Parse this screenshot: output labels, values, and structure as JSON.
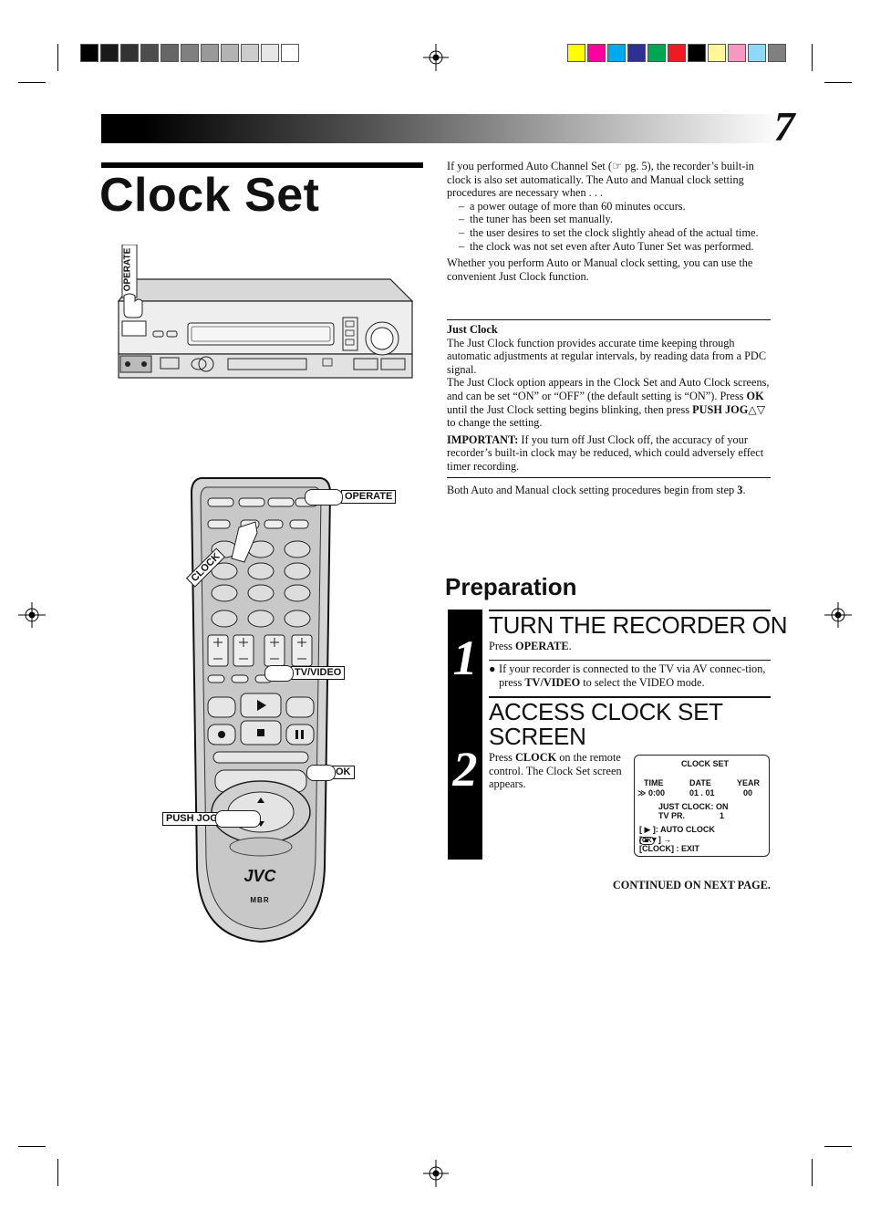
{
  "page": {
    "number": "7",
    "title": "Clock Set"
  },
  "intro": {
    "lead": "If you performed Auto Channel Set (☞ pg. 5), the recorder’s built-in clock is also set automatically. The Auto and Manual clock setting procedures are necessary when . . .",
    "conditions": [
      "a power outage of more than 60 minutes occurs.",
      "the tuner has been set manually.",
      "the user desires to set the clock slightly ahead of the actual time.",
      "the clock was not set even after Auto Tuner Set was performed."
    ],
    "closing": "Whether you perform Auto or Manual clock setting, you can use the convenient Just Clock function."
  },
  "just_clock": {
    "heading": "Just Clock",
    "para1": "The Just Clock function provides accurate time keeping through automatic adjustments at regular intervals, by reading data from a PDC signal.",
    "para2_a": "The Just Clock option appears in the Clock Set and Auto Clock screens, and can be set “ON” or “OFF” (the default setting is “ON”). Press ",
    "para2_ok": "OK",
    "para2_b": " until the Just Clock setting begins blinking, then press ",
    "para2_jog": "PUSH JOG△▽",
    "para2_c": " to change the setting.",
    "important_label": "IMPORTANT:",
    "important_text": " If you turn off Just Clock off, the accuracy of your recorder’s built-in clock may be reduced, which could adversely effect timer recording.",
    "both_a": "Both Auto and Manual clock setting procedures begin from step ",
    "both_step": "3",
    "both_b": "."
  },
  "preparation": {
    "heading": "Preparation",
    "step1": {
      "number": "1",
      "heading": "TURN THE RECORDER ON",
      "instruction_a": "Press ",
      "instruction_key": "OPERATE",
      "instruction_b": ".",
      "note_a": "If your recorder is connected to the TV via AV connec-tion, press ",
      "note_key": "TV/VIDEO",
      "note_b": " to select the VIDEO mode."
    },
    "step2": {
      "number": "2",
      "heading_line1": "ACCESS CLOCK SET",
      "heading_line2": "SCREEN",
      "instruction_a": "Press ",
      "instruction_key": "CLOCK",
      "instruction_b": " on the remote control. The Clock Set screen appears."
    }
  },
  "osd": {
    "title": "CLOCK SET",
    "time_label": "TIME",
    "date_label": "DATE",
    "year_label": "YEAR",
    "time_value": "0:00",
    "date_value": "01 . 01",
    "year_value": "00",
    "just_clock": "JUST   CLOCK: ON",
    "tv_pr": "TV PR.",
    "tv_pr_value": "1",
    "line_auto": "[ ▶ ]: AUTO   CLOCK",
    "line_ok": "[▲▼] → ",
    "ok_symbol": "OK",
    "line_exit": "[CLOCK]  : EXIT"
  },
  "continued": "CONTINUED ON NEXT PAGE.",
  "illustration": {
    "vcr_operate_label": "OPERATE",
    "remote_operate_label": "OPERATE",
    "remote_clock_label": "CLOCK",
    "remote_tvvideo_label": "TV/VIDEO",
    "remote_ok_label": "OK",
    "remote_pushjog_label": "PUSH JOG",
    "remote_brand": "JVC",
    "remote_logo": "MBR"
  },
  "colors": {
    "swatches_gray": [
      "#000000",
      "#1a1a1a",
      "#333333",
      "#4d4d4d",
      "#666666",
      "#808080",
      "#999999",
      "#b3b3b3",
      "#cccccc",
      "#e6e6e6",
      "#ffffff"
    ],
    "swatches_color": [
      "#ffff00",
      "#ff00a0",
      "#00a8ec",
      "#2e3192",
      "#00a651",
      "#ed1c24",
      "#000000",
      "#fff799",
      "#f49ac1",
      "#8ed8f8",
      "#808080"
    ]
  }
}
